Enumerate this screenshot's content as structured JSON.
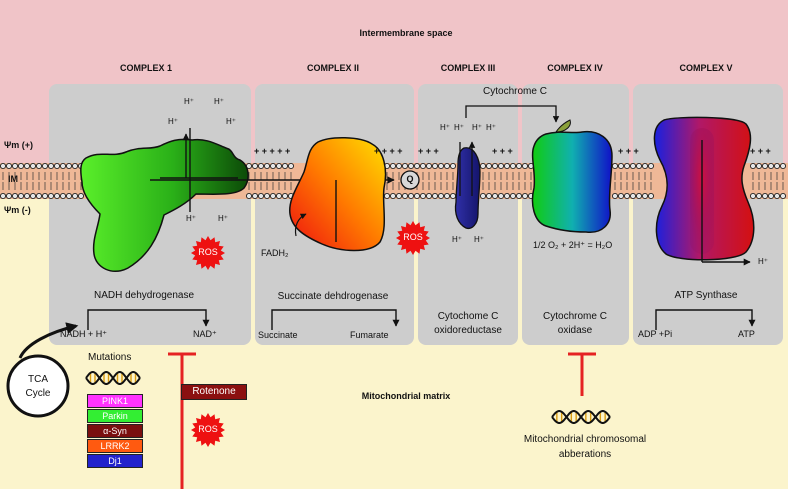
{
  "regions": {
    "intermembrane_space": "Intermembrane space",
    "matrix": "Mitochondrial matrix",
    "membrane_potential_positive": "Ψm (+)",
    "membrane_label": "IM",
    "membrane_potential_negative": "Ψm (-)"
  },
  "complexes": [
    {
      "heading": "COMPLEX 1",
      "enzyme": "NADH dehydrogenase",
      "substrate": "NADH + H⁺",
      "product": "NAD⁺"
    },
    {
      "heading": "COMPLEX II",
      "enzyme": "Succinate dehdrogenase",
      "substrate": "Succinate",
      "product": "Fumarate",
      "cofactor": "FADH₂"
    },
    {
      "heading": "COMPLEX III",
      "enzyme_line1": "Cytochome C",
      "enzyme_line2": "oxidoreductase"
    },
    {
      "heading": "COMPLEX IV",
      "enzyme_line1": "Cytochrome C",
      "enzyme_line2": "oxidase",
      "reaction": "1/2 O₂ + 2H⁺ = H₂O"
    },
    {
      "heading": "COMPLEX V",
      "enzyme": "ATP Synthase",
      "substrate": "ADP +Pi",
      "product": "ATP"
    }
  ],
  "carriers": {
    "cytochrome_c": "Cytochrome C",
    "ubiquinone": "Q"
  },
  "proton": "H⁺",
  "charge_marks": {
    "long": "+ + + + +",
    "medium": "+ + + +",
    "short": "+ + +"
  },
  "ros_label": "ROS",
  "tca": {
    "line1": "TCA",
    "line2": "Cycle"
  },
  "mutations": {
    "title": "Mutations",
    "genes": [
      {
        "name": "PINK1",
        "color": "#ff33ff"
      },
      {
        "name": "Parkin",
        "color": "#33ee33"
      },
      {
        "name": "α-Syn",
        "color": "#7a0f0f"
      },
      {
        "name": "LRRK2",
        "color": "#ff5a10"
      },
      {
        "name": "Dj1",
        "color": "#2222cc"
      }
    ]
  },
  "inhibitor": {
    "name": "Rotenone",
    "color": "#8b1010"
  },
  "chromosomal": {
    "line1": "Mitochondrial chromosomal",
    "line2": "abberations"
  },
  "colors": {
    "intermembrane": "#f0c4c8",
    "matrix": "#fbf4cc",
    "complex_panel": "#cdcdcd",
    "membrane_band": "#efb897",
    "ros": "#ee1111",
    "inhibition": "#e52222"
  }
}
